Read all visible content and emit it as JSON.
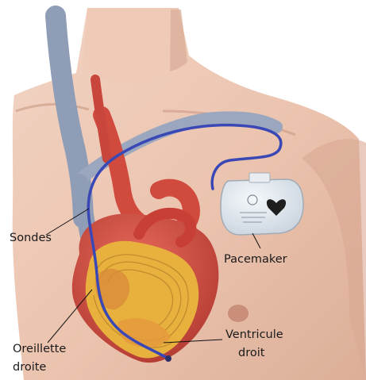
{
  "labels": {
    "leads": "Sondes",
    "pacemaker": "Pacemaker",
    "right_atrium_line1": "Oreillette",
    "right_atrium_line2": "droite",
    "right_ventricle_line1": "Ventricule",
    "right_ventricle_line2": "droit"
  },
  "colors": {
    "skin": "#ecc7b4",
    "skin_shadow": "#d7a896",
    "vein": "#8f9db6",
    "lead_wire": "#3a48b6",
    "heart_red": "#cf4b3f",
    "heart_wall": "#e8b13e",
    "device": "#dfe6ee"
  }
}
